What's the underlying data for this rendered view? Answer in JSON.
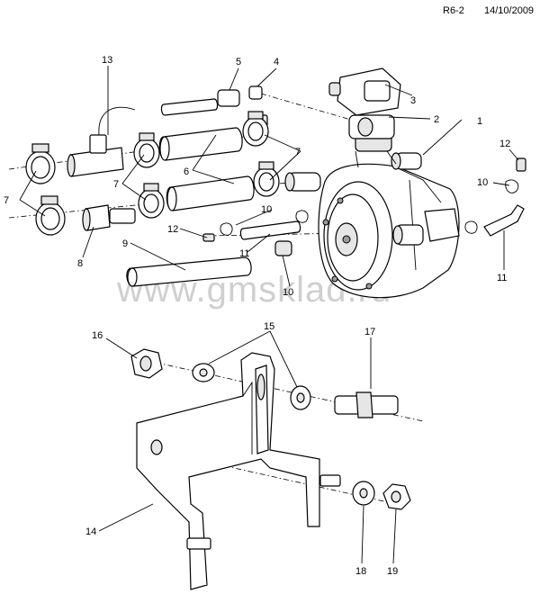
{
  "header": {
    "page_code": "R6-2",
    "date": "14/10/2009"
  },
  "watermark": "www.gmsklad.ru",
  "callouts": [
    "1",
    "2",
    "3",
    "4",
    "5",
    "6",
    "7",
    "8",
    "9",
    "10",
    "11",
    "12",
    "13",
    "14",
    "15",
    "16",
    "17",
    "18",
    "19"
  ]
}
